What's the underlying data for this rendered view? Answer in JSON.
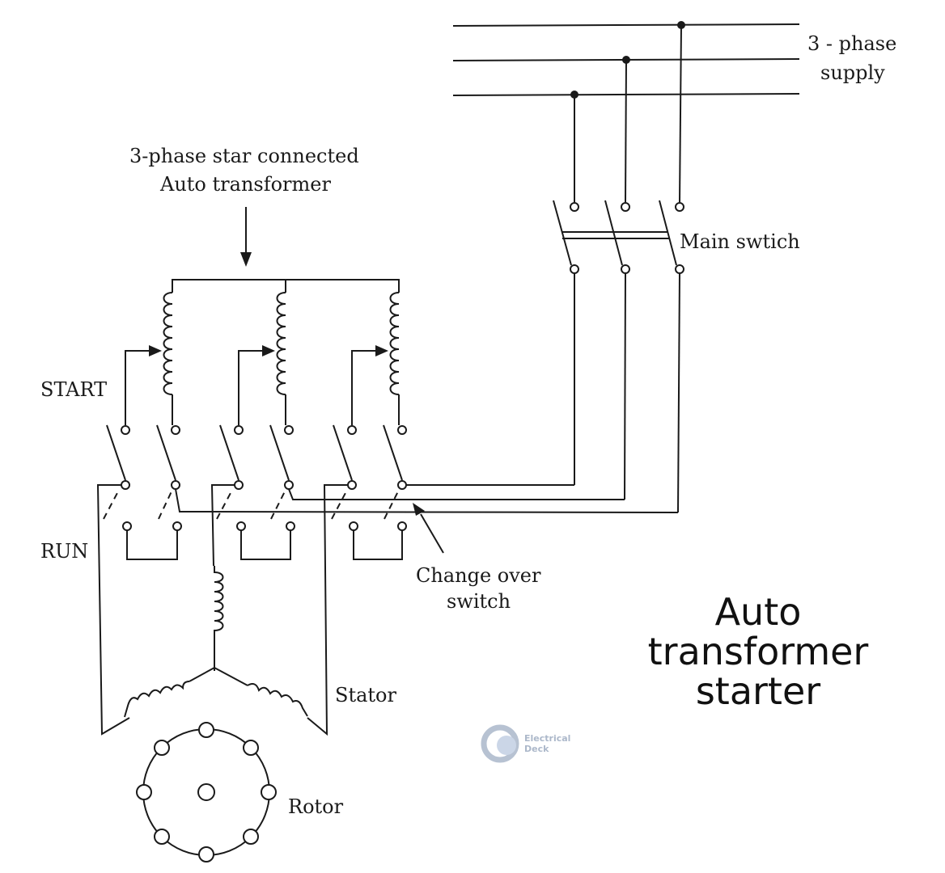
{
  "labels": {
    "supply_line1": "3 - phase",
    "supply_line2": "supply",
    "autotransformer_line1": "3-phase star connected",
    "autotransformer_line2": "Auto transformer",
    "main_switch": "Main swtich",
    "start": "START",
    "run": "RUN",
    "changeover_line1": "Change over",
    "changeover_line2": "switch",
    "stator": "Stator",
    "rotor": "Rotor"
  },
  "title": {
    "line1": "Auto",
    "line2": "transformer",
    "line3": "starter"
  },
  "watermark": {
    "line1": "Electrical",
    "line2": "Deck"
  }
}
